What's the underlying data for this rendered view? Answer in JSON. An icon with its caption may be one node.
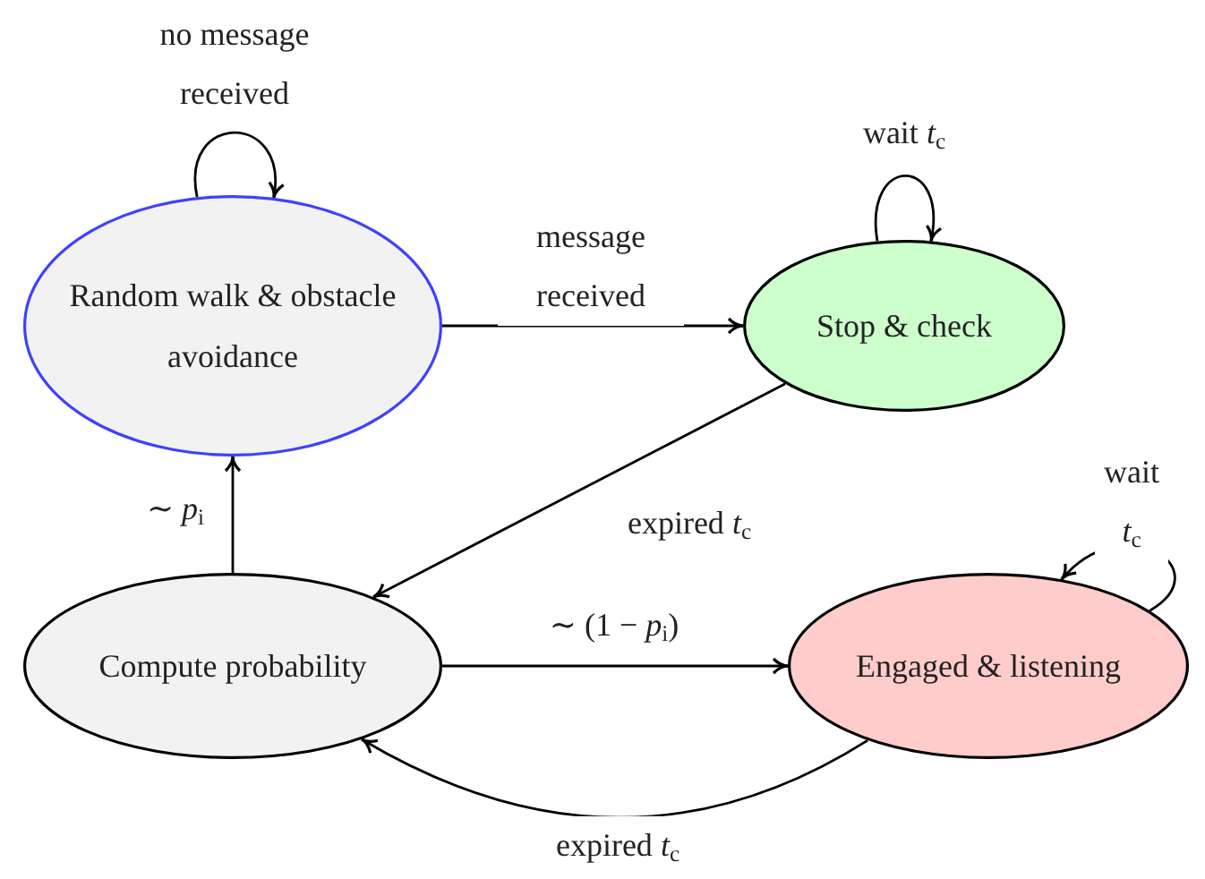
{
  "diagram": {
    "nodes": [
      {
        "text": [
          "Random walk & obstacle avoidance"
        ]
      },
      {
        "text": [
          "Stop & check"
        ]
      },
      {
        "text": [
          "Compute probability"
        ]
      },
      {
        "text": [
          "Engaged & listening"
        ]
      }
    ],
    "edges": [
      {
        "from": 0,
        "to": 0,
        "arrow": "to",
        "label": "no message received"
      },
      {
        "from": 0,
        "to": 1,
        "arrow": "to",
        "label": "message received"
      },
      {
        "from": 1,
        "to": 1,
        "arrow": "to",
        "label": "wait *t*$_{c}$"
      },
      {
        "from": 1,
        "to": 2,
        "arrow": "to",
        "label": "expired *t*$_{c}$"
      },
      {
        "from": 2,
        "to": 0,
        "arrow": "to",
        "label": "∼ *p*$_{i}$"
      },
      {
        "from": 2,
        "to": 3,
        "arrow": "to",
        "label": "∼ (1 − *p*$_{i}$)"
      },
      {
        "from": 3,
        "to": 3,
        "arrow": "to",
        "label": "wait *t*$_{c}$"
      },
      {
        "from": 3,
        "to": 2,
        "arrow": "to",
        "label": "expired *t*$_{c}$"
      }
    ]
  }
}
